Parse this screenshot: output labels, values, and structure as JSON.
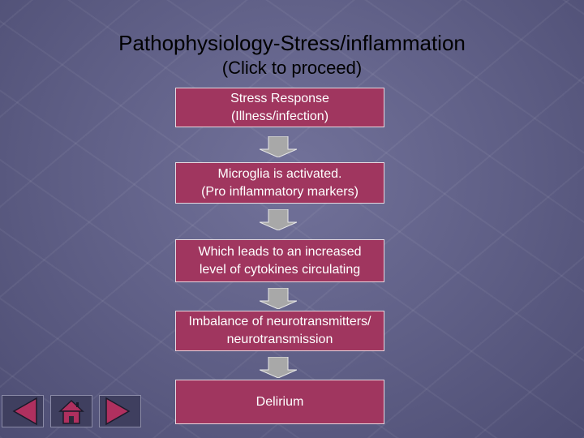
{
  "slide": {
    "title": "Pathophysiology-Stress/inflammation",
    "subtitle": "(Click to proceed)"
  },
  "flow": {
    "steps": [
      {
        "line1": "Stress Response",
        "line2": "(Illness/infection)"
      },
      {
        "line1": "Microglia is activated.",
        "line2": "(Pro inflammatory markers)"
      },
      {
        "line1": "Which leads to an increased",
        "line2": "level of cytokines circulating"
      },
      {
        "line1": "Imbalance of neurotransmitters/",
        "line2": "neurotransmission"
      },
      {
        "line1": "Delirium",
        "line2": ""
      }
    ]
  },
  "nav": {
    "buttons": [
      {
        "icon": "triangle-left-icon"
      },
      {
        "icon": "home-icon"
      },
      {
        "icon": "triangle-right-icon"
      }
    ]
  },
  "colors": {
    "box_fill": "#a0365f",
    "box_text": "#ffffff",
    "arrow_fill": "#a8a8a8",
    "nav_icon": "#b0305f"
  }
}
